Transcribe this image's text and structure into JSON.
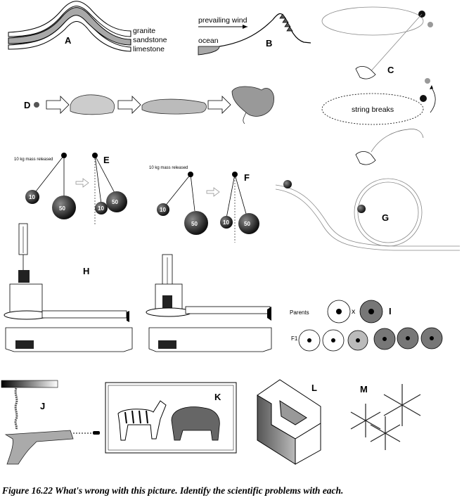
{
  "caption": "Figure 16.22  What's wrong with this picture.  Identify the scientific problems with each.",
  "panels": {
    "A": {
      "letter": "A",
      "layers": [
        "granite",
        "sandstone",
        "limestone"
      ]
    },
    "B": {
      "letter": "B",
      "wind": "prevailing wind",
      "ocean": "ocean"
    },
    "C": {
      "letter": "C",
      "note": "string breaks"
    },
    "D": {
      "letter": "D"
    },
    "E": {
      "letter": "E",
      "note": "10 kg mass released",
      "small_mass": "10",
      "large_mass": "50"
    },
    "F": {
      "letter": "F",
      "note": "10 kg mass released",
      "small_mass": "10",
      "large_mass": "50"
    },
    "G": {
      "letter": "G"
    },
    "H": {
      "letter": "H"
    },
    "I": {
      "letter": "I",
      "parents": "Parents",
      "f1": "F1",
      "cross": "x"
    },
    "J": {
      "letter": "J"
    },
    "K": {
      "letter": "K"
    },
    "L": {
      "letter": "L"
    },
    "M": {
      "letter": "M"
    }
  },
  "colors": {
    "sandstone": "#a8a8a8",
    "ink": "#000000",
    "dark_ball": "#222222"
  }
}
